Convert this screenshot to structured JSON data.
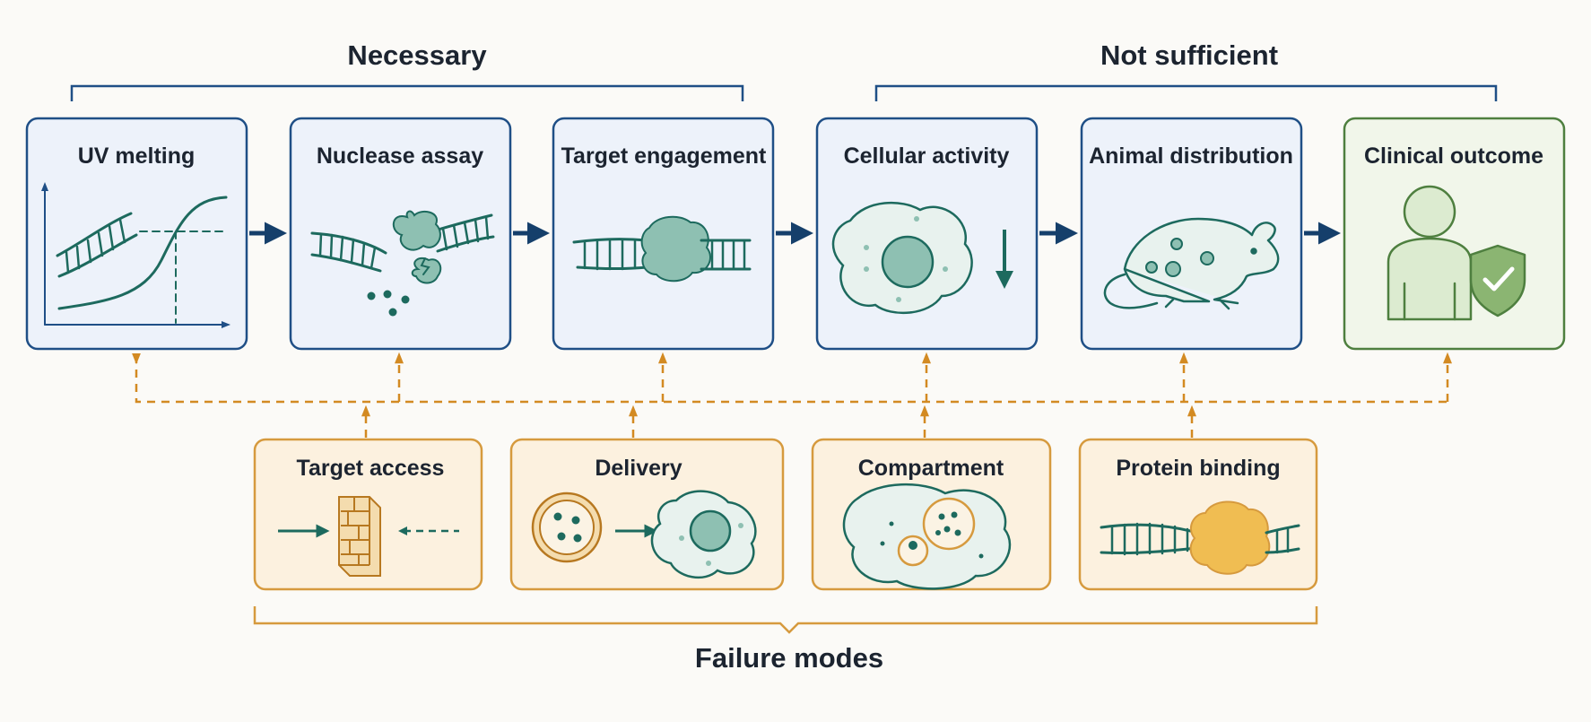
{
  "groups": {
    "necessary": "Necessary",
    "not_sufficient": "Not sufficient",
    "failure_modes": "Failure modes"
  },
  "steps": [
    {
      "label": "UV melting",
      "icon": "melting-curve-icon"
    },
    {
      "label": "Nuclease assay",
      "icon": "nuclease-cleavage-icon"
    },
    {
      "label": "Target engagement",
      "icon": "target-binding-icon"
    },
    {
      "label": "Cellular activity",
      "icon": "cell-knockdown-icon"
    },
    {
      "label": "Animal distribution",
      "icon": "mouse-icon"
    },
    {
      "label": "Clinical outcome",
      "icon": "patient-shield-icon"
    }
  ],
  "failure_modes": [
    {
      "label": "Target access",
      "icon": "blocked-wall-icon"
    },
    {
      "label": "Delivery",
      "icon": "nanoparticle-to-cell-icon"
    },
    {
      "label": "Compartment",
      "icon": "endosome-trapped-icon"
    },
    {
      "label": "Protein binding",
      "icon": "protein-bound-duplex-icon"
    }
  ],
  "colors": {
    "blue_border": "#1f4f86",
    "blue_fill": "#edf2fa",
    "green_border": "#4e7f3f",
    "green_fill": "#f1f6ea",
    "orange_border": "#d69a3e",
    "orange_fill": "#fcf1df",
    "teal": "#1d6a5e",
    "teal_fill": "#8ec0b2",
    "arrow_navy": "#153f6b",
    "dashed_orange": "#d38a22",
    "protein_yellow": "#f0bd52"
  }
}
